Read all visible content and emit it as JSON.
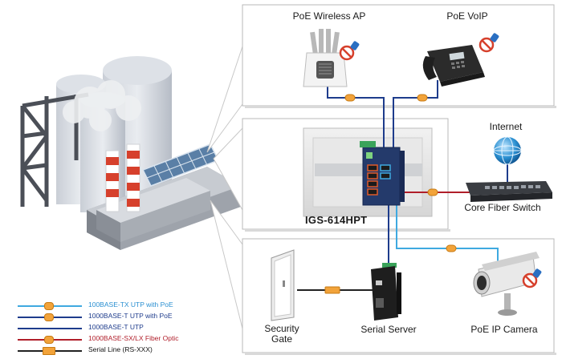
{
  "devices": {
    "ap": "PoE Wireless AP",
    "voip": "PoE VoIP",
    "internet": "Internet",
    "core_switch": "Core Fiber Switch",
    "switch_model": "IGS-614HPT",
    "gate": "Security Gate",
    "serial_server": "Serial Server",
    "camera": "PoE IP Camera"
  },
  "legend": [
    {
      "label": "100BASE-TX UTP with PoE",
      "color": "#3fa9e0",
      "text_color": "#2a8fd1"
    },
    {
      "label": "1000BASE-T UTP with PoE",
      "color": "#1e3c8c",
      "text_color": "#1e3c8c"
    },
    {
      "label": "1000BASE-T UTP",
      "color": "#1e3c8c",
      "text_color": "#1e3c8c"
    },
    {
      "label": "1000BASE-SX/LX Fiber Optic",
      "color": "#b01e2a",
      "text_color": "#b01e2a"
    },
    {
      "label": "Serial Line (RS-XXX)",
      "color": "#222222",
      "text_color": "#111111"
    }
  ],
  "colors": {
    "poe_light": "#3fa9e0",
    "poe_dark": "#1e3c8c",
    "fiber": "#b01e2a",
    "serial": "#222222",
    "badge": "#f2a33a"
  }
}
